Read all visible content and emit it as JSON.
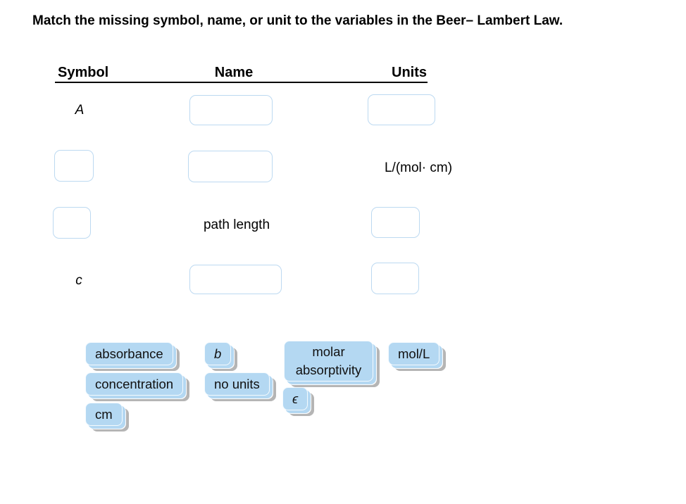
{
  "title": "Match the missing symbol, name, or unit to the variables in the Beer– Lambert Law.",
  "table": {
    "headers": {
      "symbol": "Symbol",
      "name": "Name",
      "units": "Units"
    },
    "rows": [
      {
        "symbol": "A",
        "name": "",
        "units": ""
      },
      {
        "symbol": "",
        "name": "",
        "units": "L/(mol· cm)"
      },
      {
        "symbol": "",
        "name": "path length",
        "units": ""
      },
      {
        "symbol": "c",
        "name": "",
        "units": ""
      }
    ]
  },
  "chips": [
    {
      "label": "absorbance",
      "style": "normal"
    },
    {
      "label": "b",
      "style": "italic"
    },
    {
      "label": "molar absorptivity",
      "style": "normal"
    },
    {
      "label": "mol/L",
      "style": "normal"
    },
    {
      "label": "concentration",
      "style": "normal"
    },
    {
      "label": "no units",
      "style": "normal"
    },
    {
      "label": "ϵ",
      "style": "italic"
    },
    {
      "label": "cm",
      "style": "normal"
    }
  ],
  "colors": {
    "chip_fill": "#b4d8f2",
    "chip_stack_shadow": "#b5b5b5",
    "dropzone_border": "#bcd9f1"
  }
}
